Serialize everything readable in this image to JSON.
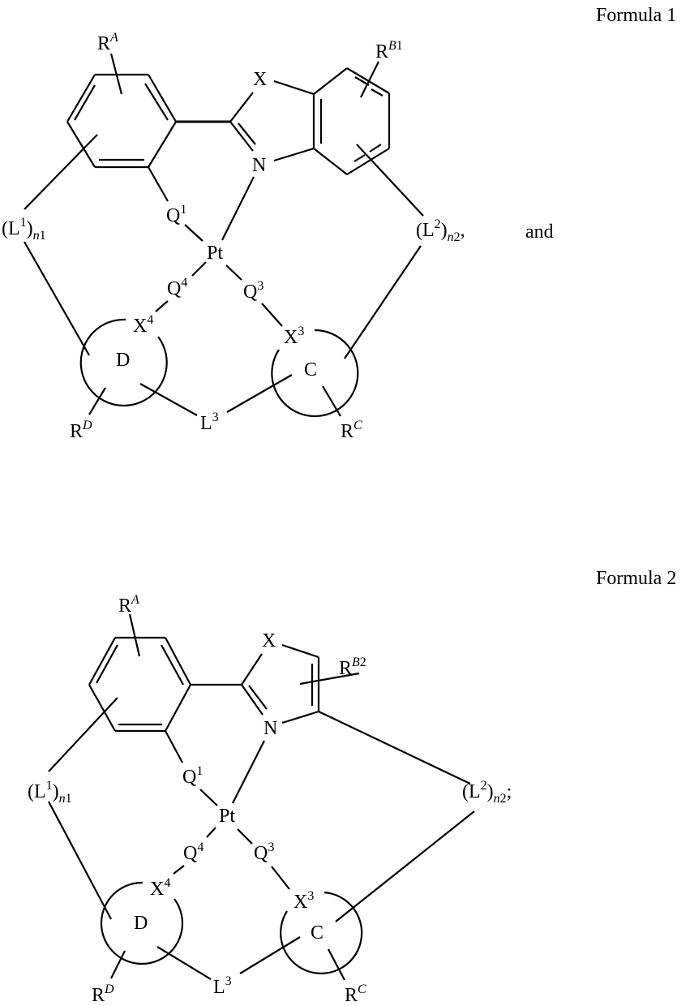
{
  "formula1": {
    "title": "Formula 1",
    "labels": {
      "RA_base": "R",
      "RA_sup": "A",
      "RB1_base": "R",
      "RB1_sup": "B",
      "RB1_sup2": "1",
      "X": "X",
      "N": "N",
      "Q1_base": "Q",
      "Q1_sup": "1",
      "Pt": "Pt",
      "L1_open": "(L",
      "L1_sup": "1",
      "L1_close": ")",
      "L1_sub_it": "n",
      "L1_sub": "1",
      "L2_open": "(",
      "L2_base": "L",
      "L2_sup": "2",
      "L2_close": ")",
      "L2_sub_it": "n",
      "L2_sub": "2",
      "L2_punct": ",",
      "and": "and",
      "Q4_base": "Q",
      "Q4_sup": "4",
      "Q3_base": "Q",
      "Q3_sup": "3",
      "X4_base": "X",
      "X4_sup": "4",
      "X3_base": "X",
      "X3_sup": "3",
      "D": "D",
      "C": "C",
      "RD_base": "R",
      "RD_sup": "D",
      "RC_base": "R",
      "RC_sup": "C",
      "L3_base": "L",
      "L3_sup": "3"
    }
  },
  "formula2": {
    "title": "Formula 2",
    "labels": {
      "RA_base": "R",
      "RA_sup": "A",
      "RB2_base": "R",
      "RB2_sup": "B",
      "RB2_sup2": "2",
      "X": "X",
      "N": "N",
      "Q1_base": "Q",
      "Q1_sup": "1",
      "Pt": "Pt",
      "L1_open": "(L",
      "L1_sup": "1",
      "L1_close": ")",
      "L1_sub_it": "n",
      "L1_sub": "1",
      "L2_open": "(",
      "L2_base": "L",
      "L2_sup": "2",
      "L2_close": ")",
      "L2_sub_it": "n",
      "L2_sub": "2",
      "L2_punct": ";",
      "Q4_base": "Q",
      "Q4_sup": "4",
      "Q3_base": "Q",
      "Q3_sup": "3",
      "X4_base": "X",
      "X4_sup": "4",
      "X3_base": "X",
      "X3_sup": "3",
      "D": "D",
      "C": "C",
      "RD_base": "R",
      "RD_sup": "D",
      "RC_base": "R",
      "RC_sup": "C",
      "L3_base": "L",
      "L3_sup": "3"
    }
  }
}
